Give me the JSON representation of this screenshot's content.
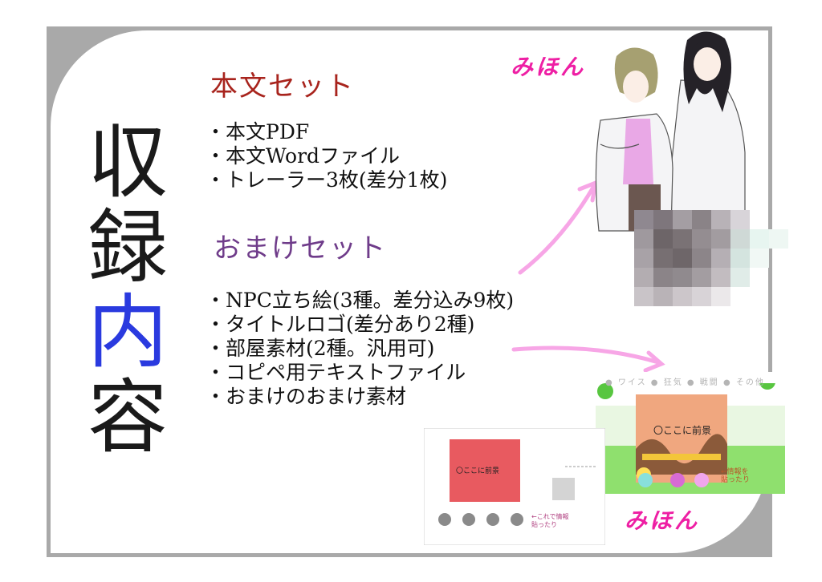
{
  "title_vertical": [
    "収",
    "録",
    "内",
    "容"
  ],
  "sections": [
    {
      "heading": "本文セット",
      "items": [
        "本文PDF",
        "本文Wordファイル",
        "トレーラー3枚(差分1枚)"
      ]
    },
    {
      "heading": "おまけセット",
      "items": [
        "NPC立ち絵(3種。差分込み9枚)",
        "タイトルロゴ(差分あり2種)",
        "部屋素材(2種。汎用可)",
        "コピペ用テキストファイル",
        "おまけのおまけ素材"
      ]
    }
  ],
  "brand": "みほん",
  "room_preview": {
    "menu": [
      "ワイス",
      "狂気",
      "戦闘",
      "その他"
    ],
    "foreground_label": "〇ここに前景",
    "info_note": "←情報を\n貼ったり"
  },
  "ui_preview": {
    "foreground_label": "〇ここに前景",
    "info_note": "←これで情報\n貼ったり"
  },
  "colors": {
    "heading1": "#a8241d",
    "heading2": "#6f3c8a",
    "accent_char": "#2a3adf",
    "brand": "#ee1fa4",
    "frame": "#a9a9a9"
  }
}
